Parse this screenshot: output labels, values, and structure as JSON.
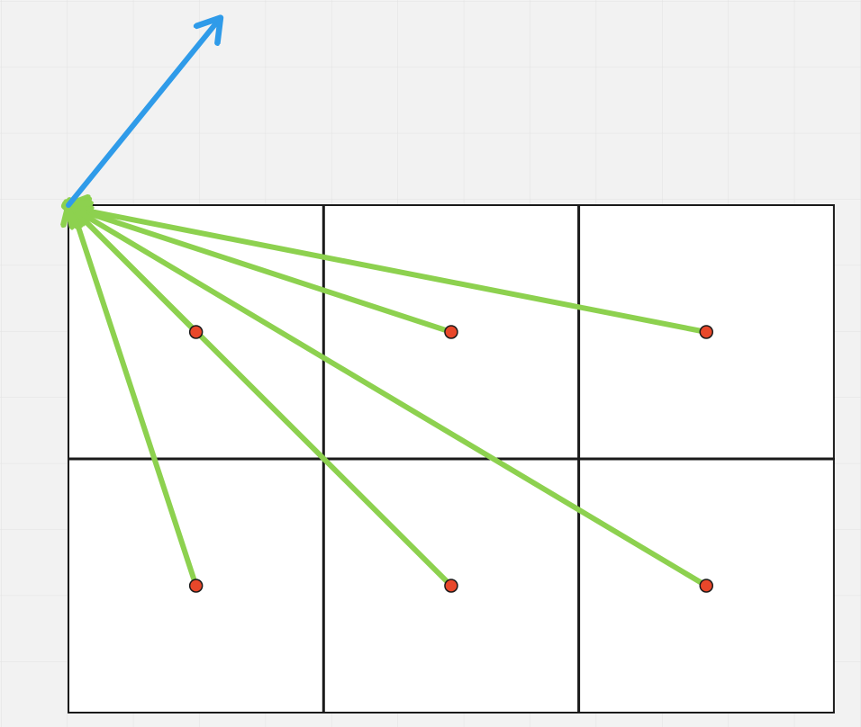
{
  "canvas": {
    "background": "#f2f2f2",
    "grid_color": "#e2e2e2"
  },
  "diagram": {
    "grid": {
      "rows": 2,
      "cols": 3
    },
    "colors": {
      "cell_fill": "#ffffff",
      "cell_border": "#1a1a1a",
      "point_fill": "#e8472a",
      "point_stroke": "#1a1a1a",
      "arrow_green": "#8dd14f",
      "arrow_blue": "#2f9be9"
    },
    "cell_centers": [
      {
        "row": 0,
        "col": 0
      },
      {
        "row": 0,
        "col": 1
      },
      {
        "row": 0,
        "col": 2
      },
      {
        "row": 1,
        "col": 0
      },
      {
        "row": 1,
        "col": 1
      },
      {
        "row": 1,
        "col": 2
      }
    ],
    "icons": {
      "arrow_head": "arrowhead-icon",
      "point": "dot-icon"
    }
  }
}
